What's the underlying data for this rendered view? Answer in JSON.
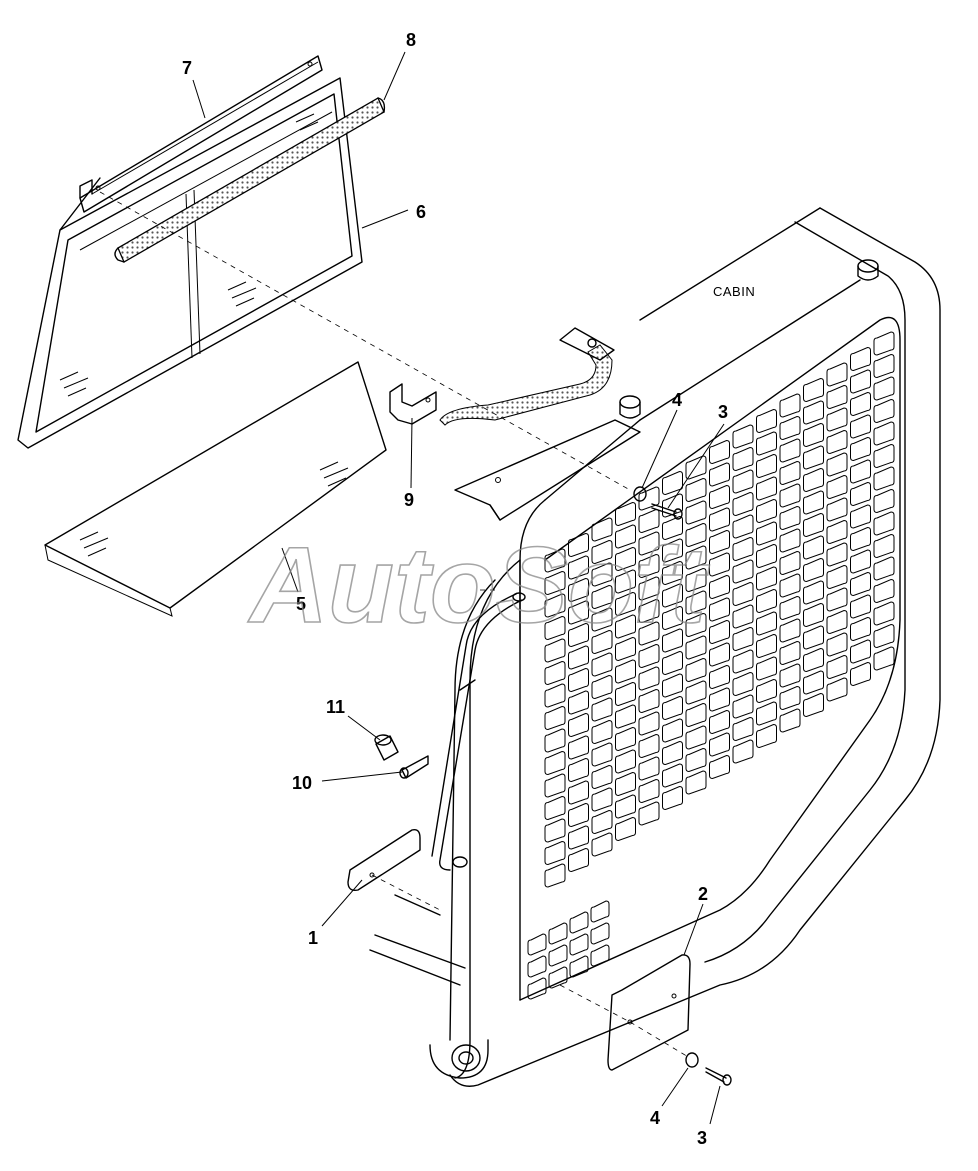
{
  "diagram": {
    "cabin_label": "CABIN",
    "watermark": "AutoSoft",
    "callouts": {
      "c1": "1",
      "c2": "2",
      "c3a": "3",
      "c3b": "3",
      "c4a": "4",
      "c4b": "4",
      "c5": "5",
      "c6": "6",
      "c7": "7",
      "c8": "8",
      "c9": "9",
      "c10": "10",
      "c11": "11"
    }
  }
}
